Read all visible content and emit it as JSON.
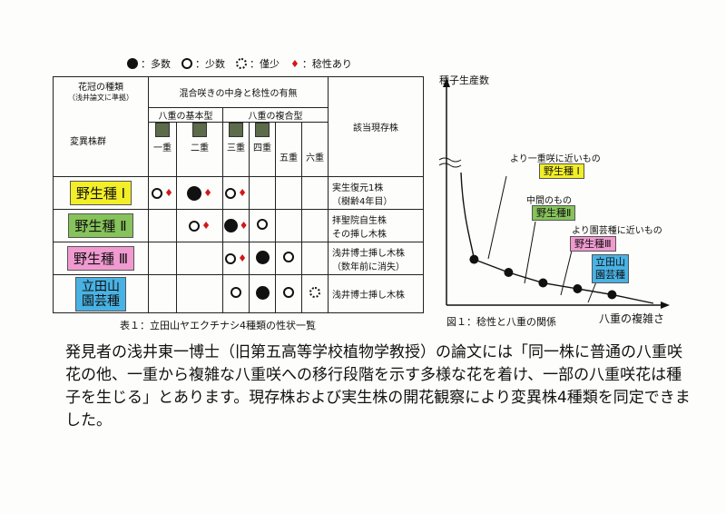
{
  "legend": {
    "many": "：多数",
    "few": "：少数",
    "rare": "：僅少",
    "fertile": "：稔性あり"
  },
  "table": {
    "corner_top": "花冠の種類",
    "corner_sub": "（浅井論文に準拠）",
    "corner_bottom": "変異株群",
    "group_header": "混合咲きの中身と稔性の有無",
    "basic_type": "八重の基本型",
    "complex_type": "八重の複合型",
    "cols": [
      "一重",
      "二重",
      "三重",
      "四重",
      "五重",
      "六重"
    ],
    "existing_header": "該当現存株",
    "rows": [
      {
        "name": "野生種 Ⅰ",
        "existing": [
          "実生復元1株",
          "（樹齢4年目）"
        ]
      },
      {
        "name": "野生種 Ⅱ",
        "existing": [
          "拝聖院自生株",
          "その挿し木株"
        ]
      },
      {
        "name": "野生種 Ⅲ",
        "existing": [
          "浅井博士挿し木株",
          "（数年前に消失）"
        ]
      },
      {
        "name_line1": "立田山",
        "name_line2": "園芸種",
        "existing": [
          "浅井博士挿し木株"
        ]
      }
    ],
    "caption": "表１：立田山ヤエクチナシ4種類の性状一覧"
  },
  "chart_data": {
    "type": "line",
    "ylabel": "種子生産数",
    "xlabel": "八重の複雑さ",
    "caption": "図１：稔性と八重の関係",
    "points": [
      {
        "x": 1,
        "y": 7
      },
      {
        "x": 2,
        "y": 5
      },
      {
        "x": 3,
        "y": 3.4
      },
      {
        "x": 4,
        "y": 2.5
      },
      {
        "x": 5,
        "y": 1.6
      }
    ],
    "annotations": [
      {
        "text": "より一重咲に近いもの",
        "label": "野生種 Ⅰ"
      },
      {
        "text": "中間のもの",
        "label": "野生種Ⅱ"
      },
      {
        "text": "より園芸種に近いもの",
        "label": "野生種Ⅲ"
      },
      {
        "label_line1": "立田山",
        "label_line2": "園芸種"
      }
    ]
  },
  "paragraph": "発見者の浅井東一博士（旧第五高等学校植物学教授）の論文には「同一株に普通の八重咲花の他、一重から複雑な八重咲への移行段階を示す多様な花を着け、一部の八重咲花は種子を生じる」とあります。現存株および実生株の開花観察により変異株4種類を同定できました。"
}
